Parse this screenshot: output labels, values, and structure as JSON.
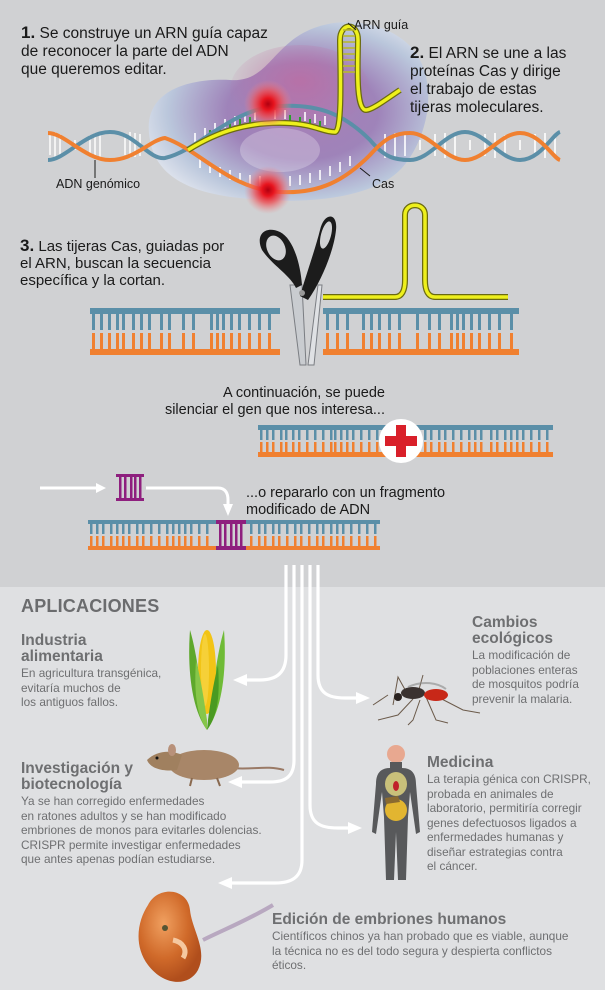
{
  "steps": [
    {
      "number": "1.",
      "text_lines": [
        "Se construye un ARN guía capaz",
        "de reconocer la parte del ADN",
        "que queremos editar."
      ]
    },
    {
      "number": "2.",
      "text_lines": [
        "El ARN se une a las",
        "proteínas Cas y dirige",
        "el trabajo de estas",
        "tijeras moleculares."
      ]
    },
    {
      "number": "3.",
      "text_lines": [
        "Las tijeras Cas, guiadas por",
        "el ARN, buscan la secuencia",
        "específica y la cortan."
      ]
    }
  ],
  "labels": {
    "arn_guia": "ARN guía",
    "adn_genomico": "ADN genómico",
    "cas": "Cas"
  },
  "outcomes": {
    "silence_lines": [
      "A continuación, se puede",
      "silenciar el gen que nos interesa..."
    ],
    "repair_lines": [
      "...o repararlo con un fragmento",
      "modificado de ADN"
    ]
  },
  "applications": {
    "title": "APLICACIONES",
    "items": [
      {
        "title_lines": [
          "Industria",
          "alimentaria"
        ],
        "body_lines": [
          "En agricultura transgénica,",
          "evitaría muchos de",
          "los antiguos fallos."
        ],
        "icon": "corn-icon"
      },
      {
        "title_lines": [
          "Cambios",
          "ecológicos"
        ],
        "body_lines": [
          "La modificación de",
          "poblaciones enteras",
          "de mosquitos podría",
          "prevenir la malaria."
        ],
        "icon": "mosquito-icon"
      },
      {
        "title_lines": [
          "Investigación y",
          "biotecnología"
        ],
        "body_lines": [
          "Ya se han corregido enfermedades",
          "en ratones adultos y se han modificado",
          "embriones de monos para evitarles dolencias.",
          "CRISPR permite investigar enfermedades",
          "que antes apenas podían estudiarse."
        ],
        "icon": "mouse-icon"
      },
      {
        "title_lines": [
          "Medicina"
        ],
        "body_lines": [
          "La terapia génica con CRISPR,",
          "probada en animales de",
          "laboratorio, permitiría corregir",
          "genes defectuosos ligados a",
          "enfermedades humanas y",
          "diseñar estrategias contra",
          "el cáncer."
        ],
        "icon": "human-body-icon"
      },
      {
        "title_lines": [
          "Edición de embriones humanos"
        ],
        "body_lines": [
          "Científicos chinos ya han probado que es viable, aunque",
          "la técnica no es del todo segura y despierta conflictos",
          "éticos."
        ],
        "icon": "embryo-icon"
      }
    ]
  },
  "colors": {
    "dna_blue": "#5b8fa8",
    "dna_orange": "#f08030",
    "rna_yellow": "#e8e820",
    "fragment_purple": "#8e1f7e",
    "cross_red": "#d9202a",
    "text_gray": "#6e6f71"
  }
}
